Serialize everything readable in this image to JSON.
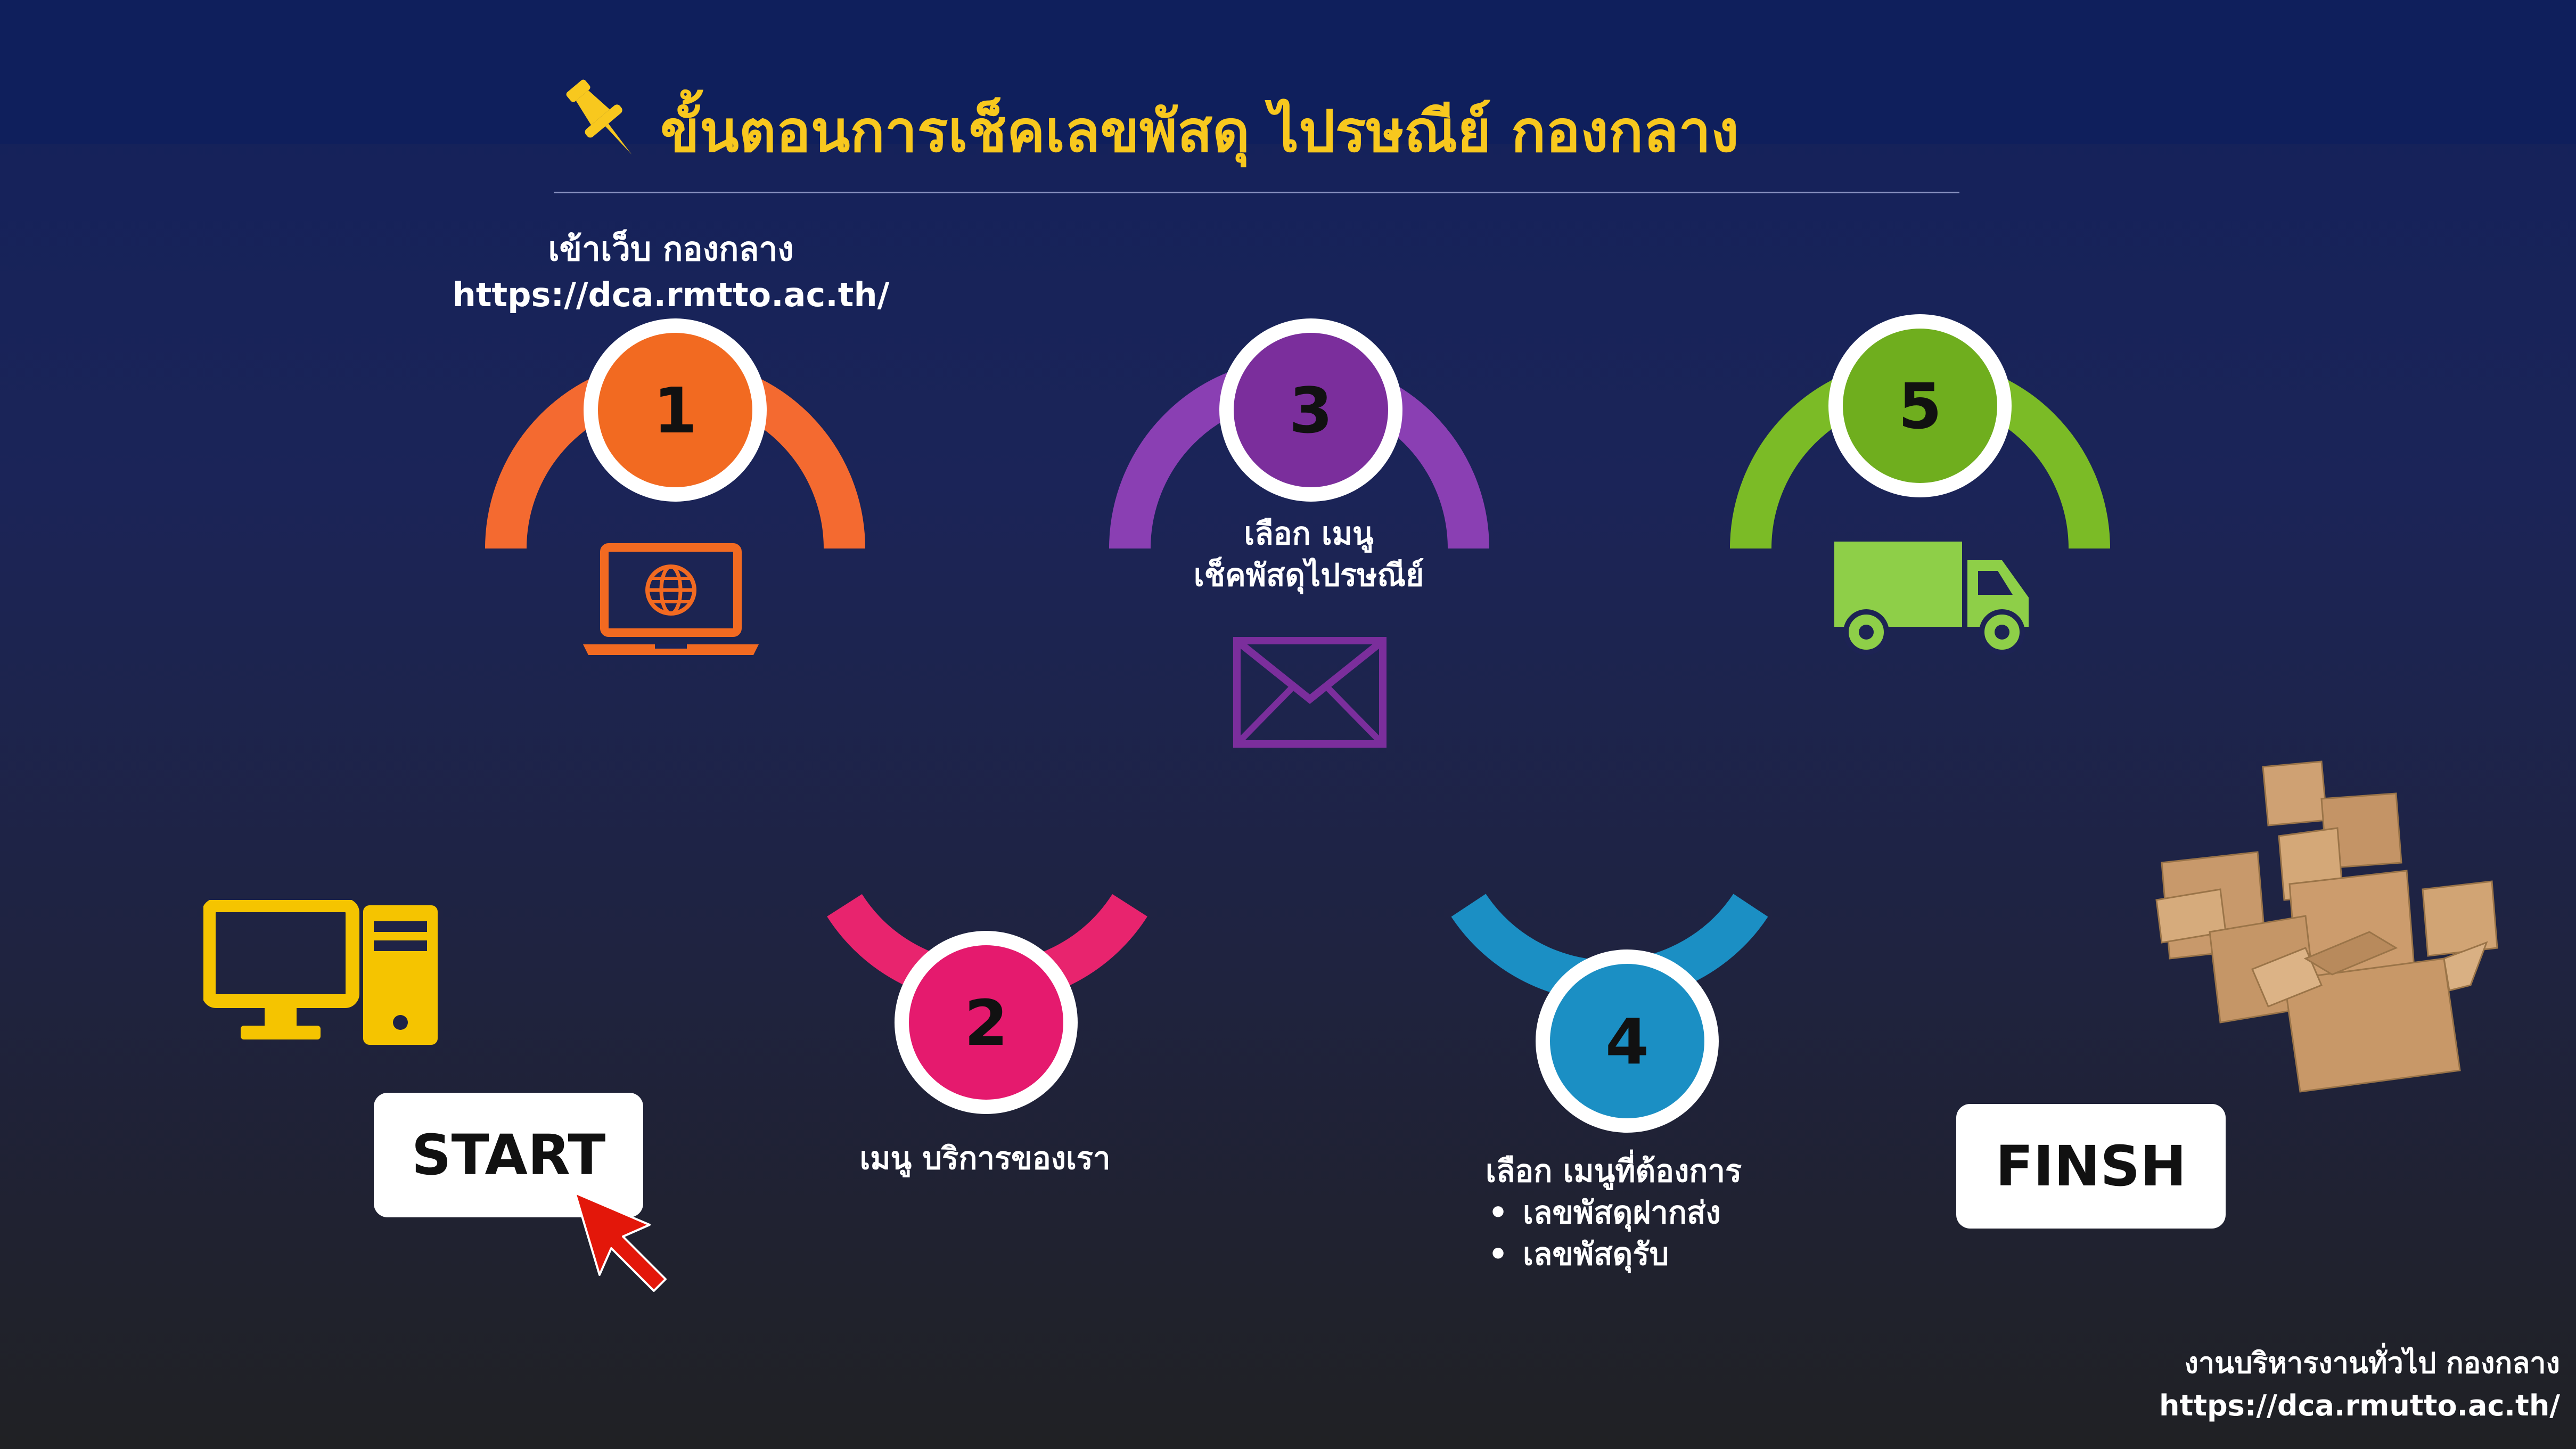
{
  "title": "ขั้นตอนการเช็คเลขพัสดุ ไปรษณีย์ กองกลาง",
  "colors": {
    "title": "#f8c81e",
    "step1": "#f26a21",
    "step2": "#e51a6e",
    "step3": "#7b2e9c",
    "step4": "#1b8fc4",
    "step5": "#6fae1e",
    "computer": "#f5c400",
    "cursor": "#e3170a"
  },
  "steps": [
    {
      "number": "1",
      "lines": [
        "เข้าเว็บ กองกลาง",
        "https://dca.rmtto.ac.th/"
      ],
      "icon": "laptop-globe-icon"
    },
    {
      "number": "2",
      "lines": [
        "เมนู บริการของเรา"
      ],
      "icon": ""
    },
    {
      "number": "3",
      "lines": [
        "เลือก เมนู",
        "เช็คพัสดุไปรษณีย์"
      ],
      "icon": "envelope-icon"
    },
    {
      "number": "4",
      "heading": "เลือก เมนูที่ต้องการ",
      "bullets": [
        "เลขพัสดุฝากส่ง",
        "เลขพัสดุรับ"
      ],
      "icon": ""
    },
    {
      "number": "5",
      "lines": [],
      "icon": "truck-icon"
    }
  ],
  "start_label": "START",
  "finish_label": "FINSH",
  "footer": {
    "line1": "งานบริหารงานทั่วไป กองกลาง",
    "line2": "https://dca.rmutto.ac.th/"
  },
  "decor_icons": [
    "pushpin-icon",
    "computer-icon",
    "cursor-icon",
    "boxes-icon"
  ]
}
